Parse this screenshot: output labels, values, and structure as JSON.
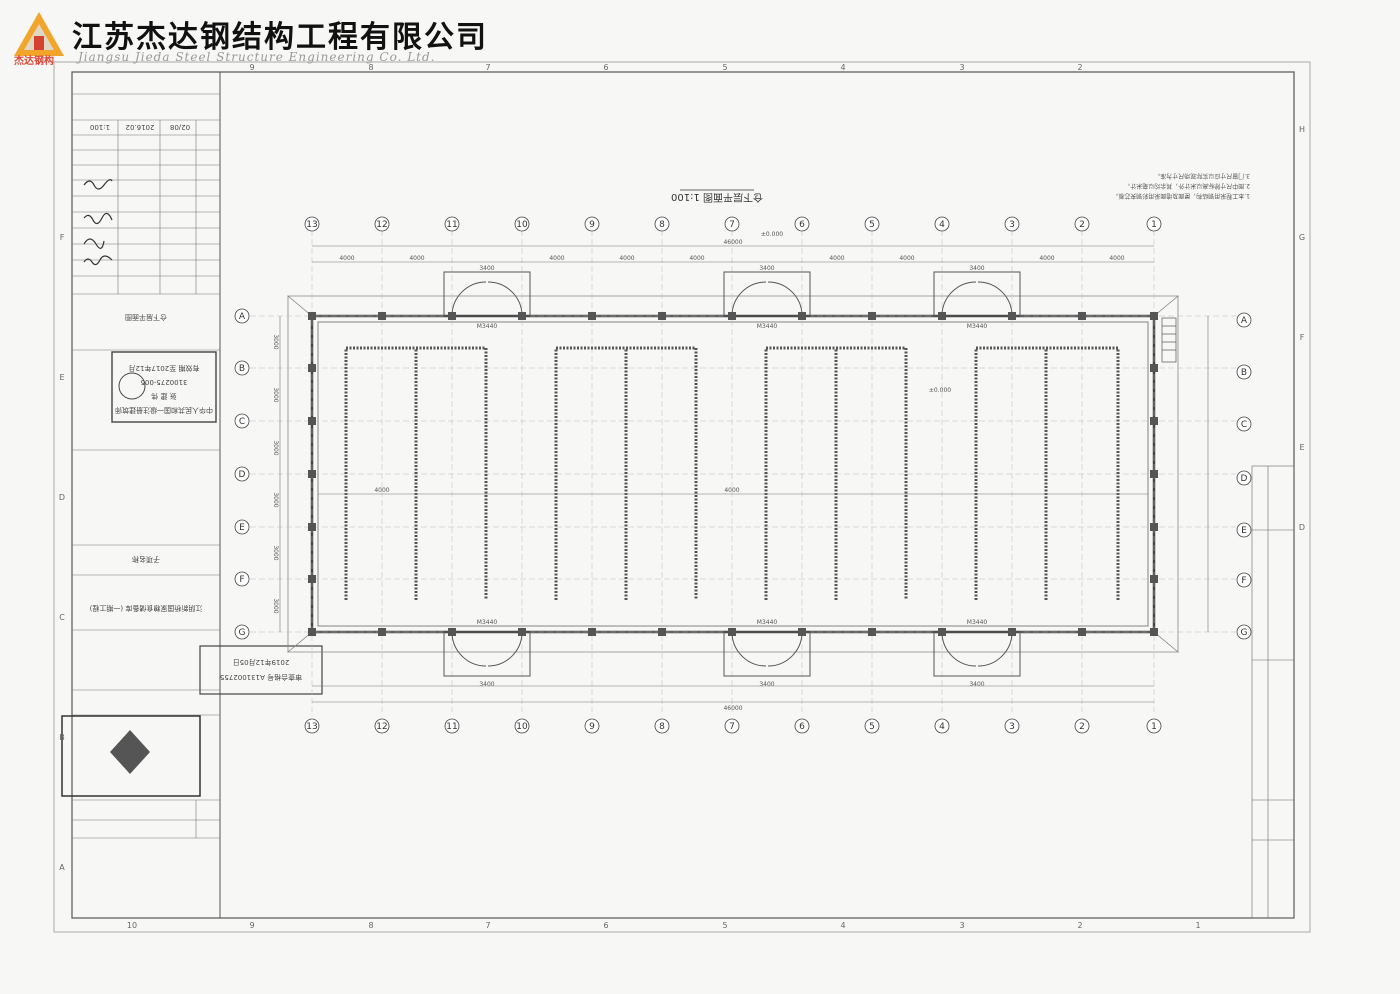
{
  "company": {
    "name_cn": "江苏杰达钢结构工程有限公司",
    "name_en": "Jiangsu Jieda Steel Structure Engineering Co. Ltd.",
    "logo_text": "杰达钢构"
  },
  "border_ticks": {
    "top": [
      "9",
      "8",
      "7",
      "6",
      "5",
      "4",
      "3",
      "2"
    ],
    "bottom": [
      "10",
      "9",
      "8",
      "7",
      "6",
      "5",
      "4",
      "3",
      "2",
      "1"
    ],
    "right": [
      "H",
      "G",
      "F",
      "E",
      "D"
    ],
    "left": [
      "F",
      "E",
      "D",
      "C",
      "B",
      "A"
    ]
  },
  "drawing": {
    "title": "仓下层平面图 1:100",
    "elevation_labels": [
      "±0.000",
      "±0.000"
    ],
    "dimension_total": "46000",
    "dimension_bays": [
      "4000",
      "4000",
      "4000",
      "4000",
      "4000",
      "4000",
      "4000",
      "4000",
      "4000",
      "4000",
      "4000"
    ],
    "grid_columns": [
      "13",
      "12",
      "11",
      "10",
      "9",
      "8",
      "7",
      "6",
      "5",
      "4",
      "3",
      "2",
      "1"
    ],
    "grid_rows": [
      "A",
      "B",
      "C",
      "D",
      "E",
      "F",
      "G"
    ],
    "row_dims": [
      "3000",
      "3000",
      "3000",
      "3000",
      "3000",
      "3000"
    ],
    "door_labels": [
      "M3440",
      "M3440",
      "M3440",
      "M3440",
      "M3440",
      "M3440"
    ],
    "door_widths": [
      "3400",
      "3400",
      "3400",
      "3400",
      "3400",
      "3400"
    ]
  },
  "title_block": {
    "drawing_name": "仓下层平面图",
    "project_name": "江阴新桥国家粮食储备库 (一期工程)",
    "sub_project": "子项名称",
    "scale": "1:100",
    "date": "2016.02",
    "sheet_no": "02/08",
    "stamp_lines": [
      "中华人民共和国一级注册建筑师",
      "张 建 伟",
      "3100275-005",
      "有效期 至2017年12月"
    ],
    "review_stamp": "审查合格号 A131002755",
    "review_stamp_date": "2019年12月05日"
  },
  "notes": [
    "1.本工程采用钢结构，屋面及墙面采用彩钢夹芯板。",
    "2.图中尺寸除标高以米计外，其余均以毫米计。",
    "3.门窗尺寸应以实际现场尺寸为准。"
  ]
}
